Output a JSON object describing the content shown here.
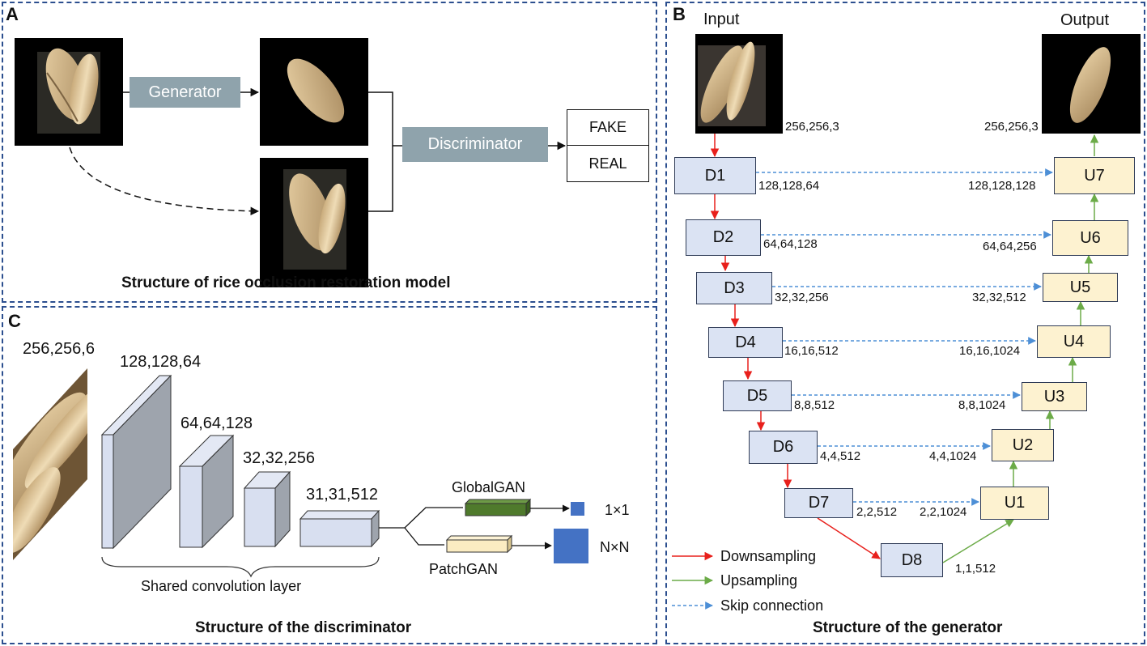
{
  "panel_a": {
    "label": "A",
    "generator_label": "Generator",
    "discriminator_label": "Discriminator",
    "fake_label": "FAKE",
    "real_label": "REAL",
    "title": "Structure of rice occlusion restoration model"
  },
  "panel_b": {
    "label": "B",
    "input_label": "Input",
    "output_label": "Output",
    "input_size": "256,256,3",
    "output_size": "256,256,3",
    "down_blocks": [
      {
        "name": "D1",
        "size": "128,128,64"
      },
      {
        "name": "D2",
        "size": "64,64,128"
      },
      {
        "name": "D3",
        "size": "32,32,256"
      },
      {
        "name": "D4",
        "size": "16,16,512"
      },
      {
        "name": "D5",
        "size": "8,8,512"
      },
      {
        "name": "D6",
        "size": "4,4,512"
      },
      {
        "name": "D7",
        "size": "2,2,512"
      },
      {
        "name": "D8",
        "size": "1,1,512"
      }
    ],
    "up_blocks": [
      {
        "name": "U7",
        "size": "128,128,128"
      },
      {
        "name": "U6",
        "size": "64,64,256"
      },
      {
        "name": "U5",
        "size": "32,32,512"
      },
      {
        "name": "U4",
        "size": "16,16,1024"
      },
      {
        "name": "U3",
        "size": "8,8,1024"
      },
      {
        "name": "U2",
        "size": "4,4,1024"
      },
      {
        "name": "U1",
        "size": "2,2,1024"
      }
    ],
    "legend": {
      "downsampling": "Downsampling",
      "upsampling": "Upsampling",
      "skip": "Skip connection"
    },
    "title": "Structure of the generator"
  },
  "panel_c": {
    "label": "C",
    "input_size": "256,256,6",
    "layer_sizes": [
      "128,128,64",
      "64,64,128",
      "32,32,256",
      "31,31,512"
    ],
    "global_label": "GlobalGAN",
    "patch_label": "PatchGAN",
    "global_out": "1×1",
    "patch_out": "N×N",
    "shared_label": "Shared convolution layer",
    "title": "Structure of the discriminator"
  },
  "colors": {
    "panel_border": "#2c4f8f",
    "down_arrow": "#e8201c",
    "up_arrow": "#6cab48",
    "skip_arrow": "#4d8fd6",
    "d_fill": "#dbe3f3",
    "u_fill": "#fdf2d0",
    "gan_box": "#8fa3ac",
    "global_bar": "#4f7a2c",
    "patch_bar": "#fbecc2",
    "output_square": "#4472c4"
  }
}
